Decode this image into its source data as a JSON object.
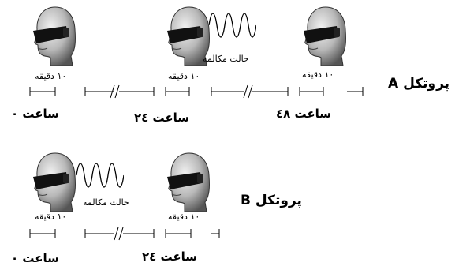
{
  "protocol_a": {
    "title": "پروتکل A",
    "duration_labels": [
      "۱۰ دقیقه",
      "۱۰ دقیقه",
      "۱۰ دقیقه"
    ],
    "call_label": "حالت مکالمه",
    "times": [
      "ساعت ۰",
      "ساعت ۲٤",
      "ساعت ٤۸"
    ]
  },
  "protocol_b": {
    "title": "پروتکل B",
    "duration_labels": [
      "۱۰ دقیقه",
      "۱۰ دقیقه"
    ],
    "call_label": "حالت مکالمه",
    "times": [
      "ساعت ۰",
      "ساعت ۲٤"
    ]
  },
  "icons": [
    "head-with-goggles-icon",
    "sine-wave-icon"
  ]
}
